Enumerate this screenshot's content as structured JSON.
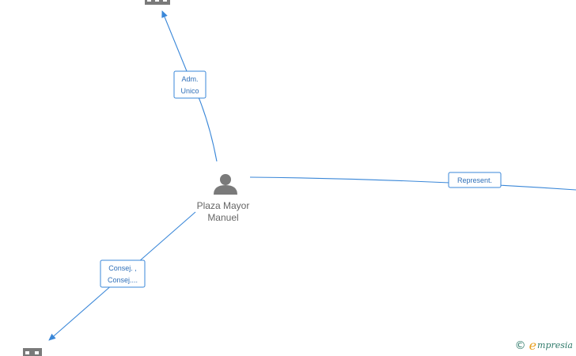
{
  "diagram": {
    "center_person": {
      "name_line1": "Plaza Mayor",
      "name_line2": "Manuel",
      "icon": "person-icon"
    },
    "edges": [
      {
        "id": "adm",
        "label_line1": "Adm.",
        "label_line2": "Unico",
        "target_icon": "building-icon"
      },
      {
        "id": "represent",
        "label_line1": "Represent.",
        "target_icon": ""
      },
      {
        "id": "consej",
        "label_line1": "Consej. ,",
        "label_line2": "Consej....",
        "target_icon": "building-icon"
      }
    ],
    "colors": {
      "edge": "#3a87d8",
      "icon": "#7a7a7a"
    }
  },
  "watermark": {
    "copyright_symbol": "©",
    "brand_initial": "e",
    "brand_rest": "mpresia"
  }
}
